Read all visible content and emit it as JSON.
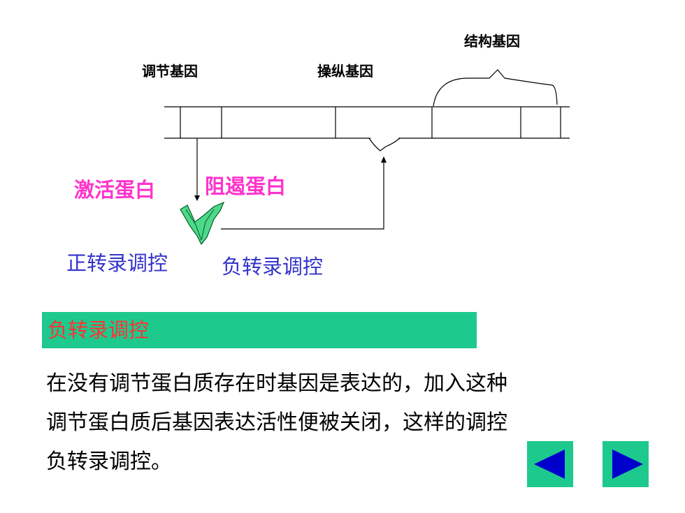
{
  "diagram": {
    "structural_genes_label": "结构基因",
    "regulator_gene_label": "调节基因",
    "operator_gene_label": "操纵基因",
    "activator_label": "激活蛋白",
    "repressor_label": "阻遏蛋白",
    "positive_regulation_label": "正转录调控",
    "negative_regulation_label": "负转录调控"
  },
  "section": {
    "title": "负转录调控",
    "paragraph_lines": [
      "在没有调节蛋白质存在时基因是表达的，加入这种",
      "调节蛋白质后基因表达活性便被关闭，这样的调控",
      "负转录调控。"
    ]
  },
  "navigation": {
    "prev_icon": "triangle-left-icon",
    "next_icon": "triangle-right-icon"
  },
  "colors": {
    "accent_green": "#1ec98e",
    "pink_label": "#ff33cc",
    "blue_label": "#3333cc",
    "section_title_red": "#ff3333",
    "nav_arrow_blue": "#0000cc",
    "protein_green": "#4cd98a"
  }
}
